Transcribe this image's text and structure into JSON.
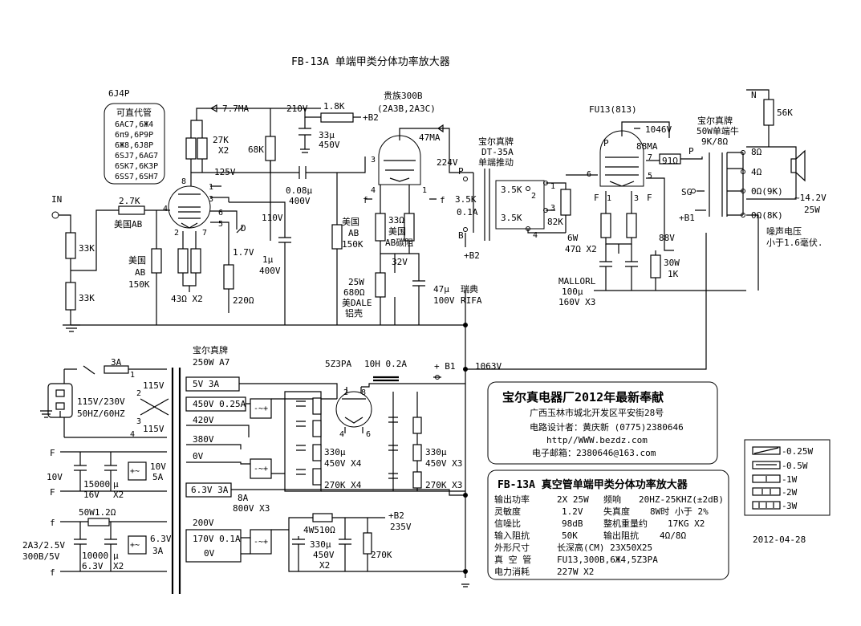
{
  "title": "FB-13A 单端甲类分体功率放大器",
  "labels": {
    "v6j4p": "6J4P",
    "sub_title": "可直代管",
    "subs": [
      "6AC7,6Ж4",
      "6π9,6P9P",
      "6Ж8,6J8P",
      "6SJ7,6AG7",
      "6SK7,6K3P",
      "6SS7,6SH7"
    ],
    "in": "IN",
    "r_33k_a": "33K",
    "r_33k_b": "33K",
    "r_27k_in": "2.7K",
    "r_27k_in_b": "美国AB",
    "r_150k_a": "美国",
    "r_150k_b": "AB",
    "r_150k_c": "150K",
    "r_43": "43Ω X2",
    "r_220": "220Ω",
    "v_17": "1.7V",
    "pin_d": "D",
    "r_27k_x2a": "27K",
    "r_27k_x2b": "X2",
    "i_77": "7.7MA",
    "v_210": "210V",
    "r_18k": "1.8K",
    "c_33u_a": "33μ",
    "c_33u_b": "450V",
    "b2_a": "+B2",
    "r_68k": "68K",
    "v_125": "125V",
    "c_008a": "0.08μ",
    "c_008b": "400V",
    "v_110": "110V",
    "c_1u_a": "1μ",
    "c_1u_b": "400V",
    "n_300b_a": "贵族300B",
    "n_300b_b": "(2A3B,2A3C)",
    "i_47": "47MA",
    "v_224": "224V",
    "f1": "f",
    "f2": "f",
    "r_ab150_a": "美国",
    "r_ab150_b": "AB",
    "r_ab150_c": "150K",
    "r_33o_a": "33Ω",
    "r_33o_b": "美国",
    "r_33o_c": "AB碳阻",
    "v_32": "32V",
    "r_680_a": "25W",
    "r_680_b": "680Ω",
    "r_680_c": "美DALE",
    "r_680_d": "铝壳",
    "c_47_a": "47μ",
    "c_47_b": "100V",
    "c_47_c": "瑞典",
    "c_47_d": "RIFA",
    "t_dt_a": "宝尔真牌",
    "t_dt_b": "DT-35A",
    "t_dt_c": "单端推动",
    "pP": "P",
    "pB": "B",
    "t_35_a": "3.5K",
    "t_01": "0.1A",
    "t_35_b": "3.5K",
    "t_35_c": "3.5K",
    "b2_b": "+B2",
    "r_82k": "82K",
    "n_fu13": "FU13(813)",
    "v_1046": "1046V",
    "i_88": "88MA",
    "r_91": "91Ω",
    "r_6w_a": "6W",
    "r_6w_b": "47Ω X2",
    "v_88": "88V",
    "r_30w_a": "30W",
    "r_30w_b": "1K",
    "c_mal_a": "MALLORL",
    "c_mal_b": "100μ",
    "c_mal_c": "160V X3",
    "f3": "F",
    "f4": "F",
    "ot_a": "宝尔真牌",
    "ot_b": "50W单端牛",
    "ot_c": "9K/8Ω",
    "pP2": "P",
    "sg": "SG",
    "b1_a": "+B1",
    "n_lbl": "N",
    "r_56k": "56K",
    "o8": "8Ω",
    "o4": "4Ω",
    "o0a": "0Ω(9K)",
    "o0b": "0Ω(8K)",
    "v_142": "~14.2V",
    "w_25": "25W",
    "noise_a": "噪声电压",
    "noise_b": "小于1.6毫伏.",
    "pt_a": "宝尔真牌",
    "pt_b": "250W A7",
    "f_3a": "3A",
    "v_115a": "115V",
    "v_115b": "115V",
    "mains_a": "115V/230V",
    "mains_b": "50HZ/60HZ",
    "v_5": "5V 3A",
    "v_450": "450V 0.25A",
    "v_420": "420V",
    "v_380": "380V",
    "v_0a": "0V",
    "v_63": "6.3V 3A",
    "ch_a": "8A",
    "ch_b": "800V X3",
    "v_200": "200V",
    "v_170": "170V 0.1A",
    "v_0b": "0V",
    "rect": "5Z3PA",
    "choke": "10H 0.2A",
    "b1_b": "+ B1",
    "v_1063": "1063V",
    "c_330_a": "330μ",
    "c_330_b": "450V X4",
    "r_270_a": "270K X4",
    "c_330_c": "330μ",
    "c_330_d": "450V X3",
    "r_270_b": "270K X3",
    "h10v": "10V",
    "h10_a": "10V",
    "h10_b": "5A",
    "h_15000": "15000",
    "h_16v": "16V",
    "h_mu": "μ",
    "h_x2": "X2",
    "f5": "F",
    "f6": "F",
    "h2_r": "50W1.2Ω",
    "h2_a": "2A3/2.5V",
    "h2_b": "300B/5V",
    "h2_c": "10000",
    "h2_d": "6.3V",
    "h2_mu": "μ",
    "h2_x2": "X2",
    "h63_a": "6.3V",
    "h63_b": "3A",
    "f7": "f",
    "f8": "f",
    "r_4w": "4W510Ω",
    "b2_c": "+B2",
    "v_235": "235V",
    "c_330_e": "330μ",
    "c_330_f": "450V",
    "c_330_g": "X2",
    "r_270_c": "270K"
  },
  "factory": {
    "title": "宝尔真电器厂2012年最新奉献",
    "address": "广西玉林市城北开发区平安街28号",
    "designer": "电路设计者：黄庆新  (0775)2380646",
    "web": "http//WWW.bezdz.com",
    "email": "电子邮箱：2380646@163.com"
  },
  "specs": {
    "title": "FB-13A 真空管单端甲类分体功率放大器",
    "rows": [
      [
        "输出功率",
        "2X 25W",
        "频响",
        "20HZ-25KHZ(±2dB)"
      ],
      [
        "灵敏度",
        "1.2V",
        "失真度",
        "8W时 小于 2%"
      ],
      [
        "信噪比",
        "98dB",
        "整机重量约",
        "17KG X2"
      ],
      [
        "输入阻抗",
        "50K",
        "输出阻抗",
        "4Ω/8Ω"
      ],
      [
        "外形尺寸",
        "长深高(CM) 23X50X25",
        "",
        ""
      ],
      [
        "真 空 管",
        "FU13,300B,6Ж4,5Z3PA",
        "",
        ""
      ],
      [
        "电力消耗",
        "227W X2",
        "",
        ""
      ]
    ]
  },
  "legend": [
    "0.25W",
    "0.5W",
    "1W",
    "2W",
    "3W"
  ],
  "date": "2012-04-28"
}
